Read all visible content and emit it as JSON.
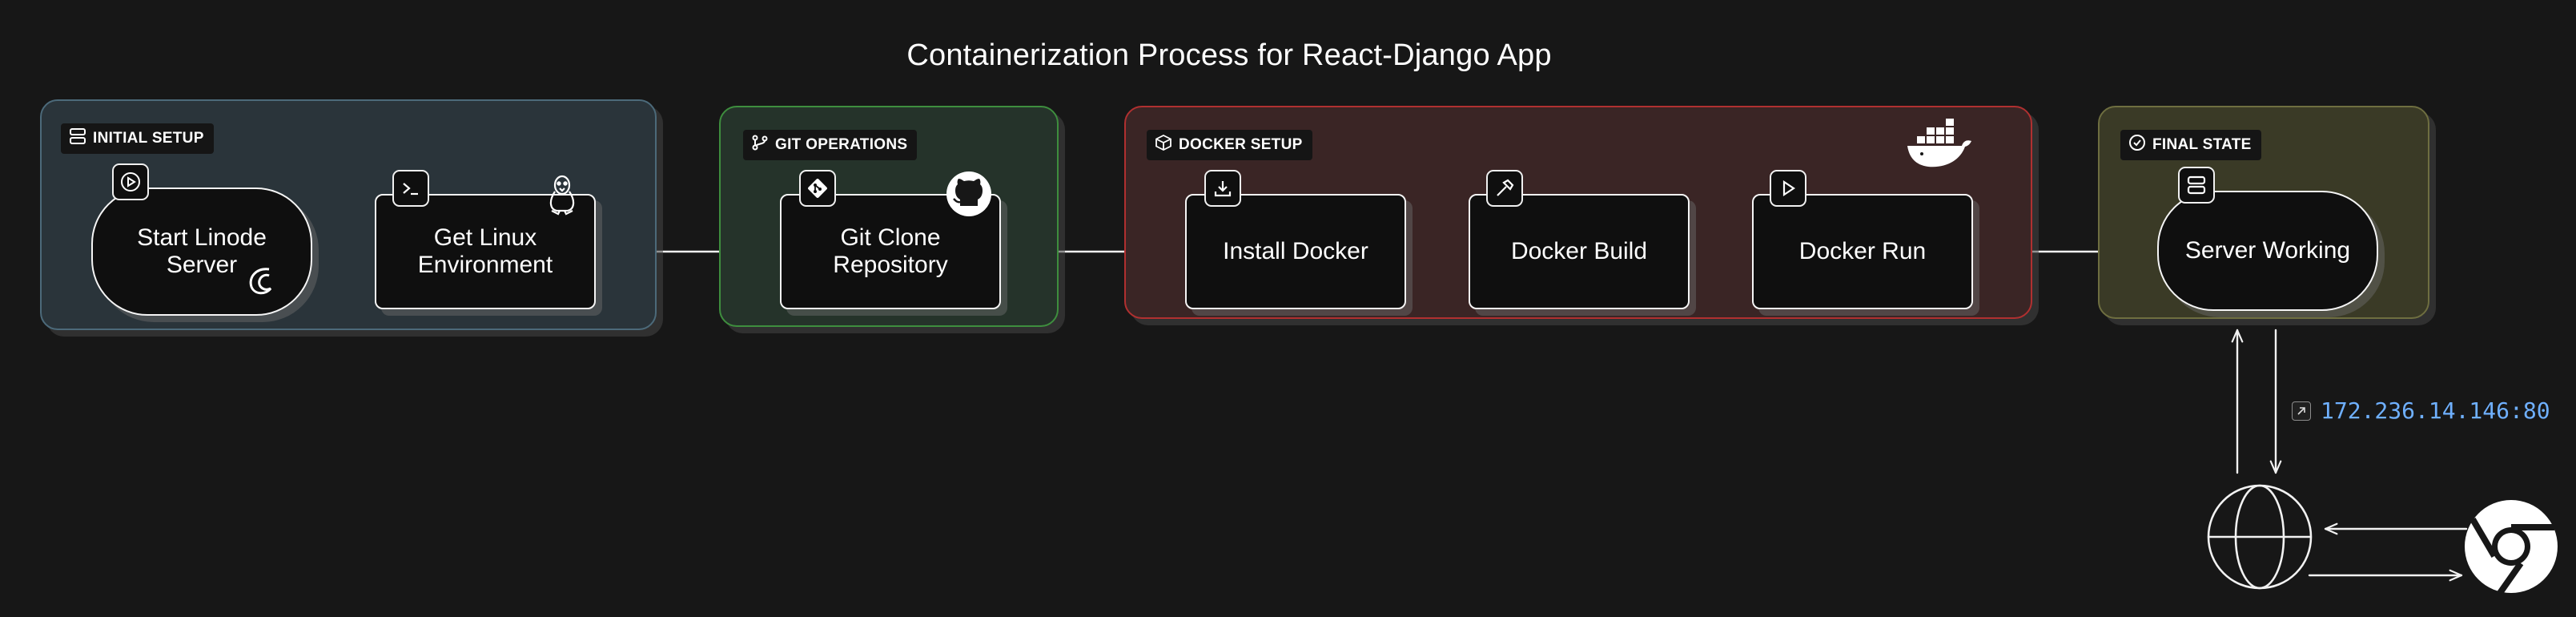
{
  "title": "Containerization Process for React-Django App",
  "groups": {
    "initial_setup": {
      "label": "INITIAL SETUP",
      "fill": "#2a343a",
      "border": "#4c6a7a"
    },
    "git_operations": {
      "label": "GIT OPERATIONS",
      "fill": "#25332a",
      "border": "#3e8e3e"
    },
    "docker_setup": {
      "label": "DOCKER SETUP",
      "fill": "#3a2525",
      "border": "#b03030"
    },
    "final_state": {
      "label": "FINAL STATE",
      "fill": "#3a3a26",
      "border": "#6e6e40"
    }
  },
  "nodes": {
    "start_linode": "Start Linode\nServer",
    "get_linux": "Get Linux\nEnvironment",
    "git_clone": "Git Clone\nRepository",
    "install_docker": "Install Docker",
    "docker_build": "Docker Build",
    "docker_run": "Docker Run",
    "server_working": "Server Working"
  },
  "icons": {
    "start_linode": "play-icon",
    "linode_logo": "linode-logo-icon",
    "get_linux": "terminal-icon",
    "linux_logo": "tux-linux-icon",
    "git_clone": "git-icon",
    "github_logo": "github-icon",
    "install_docker": "download-icon",
    "docker_build": "hammer-icon",
    "docker_run": "play-icon",
    "docker_logo": "docker-whale-icon",
    "server_working": "server-icon",
    "globe": "globe-icon",
    "browser": "chrome-icon",
    "ip_link": "external-link-icon"
  },
  "ip_address": "172.236.14.146:80",
  "colors": {
    "background": "#171717",
    "node_border": "#f5f5f5",
    "ip_text": "#6fb0ff"
  }
}
